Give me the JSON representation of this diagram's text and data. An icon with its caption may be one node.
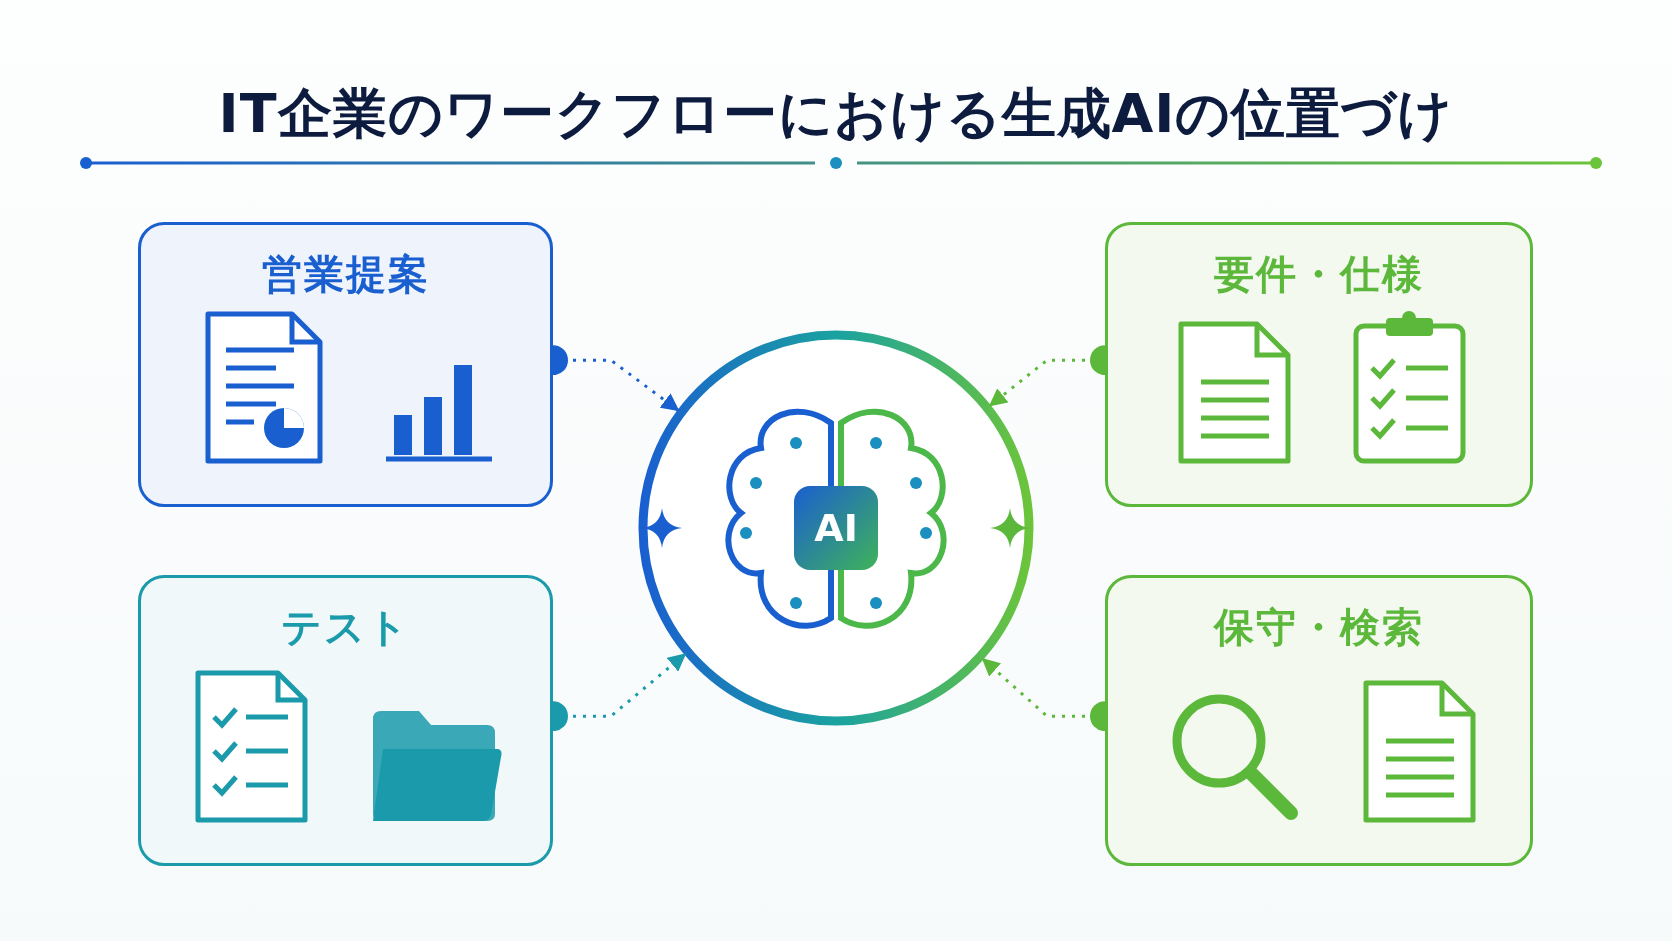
{
  "diagram": {
    "title": "IT企業のワークフローにおける生成AIの位置づけ",
    "nodes": [
      {
        "text": [
          "営業提案"
        ]
      },
      {
        "text": [
          "要件・仕様"
        ]
      },
      {
        "text": [
          "AI"
        ]
      },
      {
        "text": [
          "テスト"
        ]
      },
      {
        "text": [
          "保守・検索"
        ]
      }
    ],
    "edges": [
      {
        "from": 0,
        "to": 2,
        "arrow": "to",
        "style": "dashed",
        "color": "#1a5fd0"
      },
      {
        "from": 1,
        "to": 2,
        "arrow": "to",
        "style": "dashed",
        "color": "#5cb83a"
      },
      {
        "from": 3,
        "to": 2,
        "arrow": "to",
        "style": "dashed",
        "color": "#1a9aaa"
      },
      {
        "from": 4,
        "to": 2,
        "arrow": "to",
        "style": "dashed",
        "color": "#5cb83a"
      }
    ]
  }
}
